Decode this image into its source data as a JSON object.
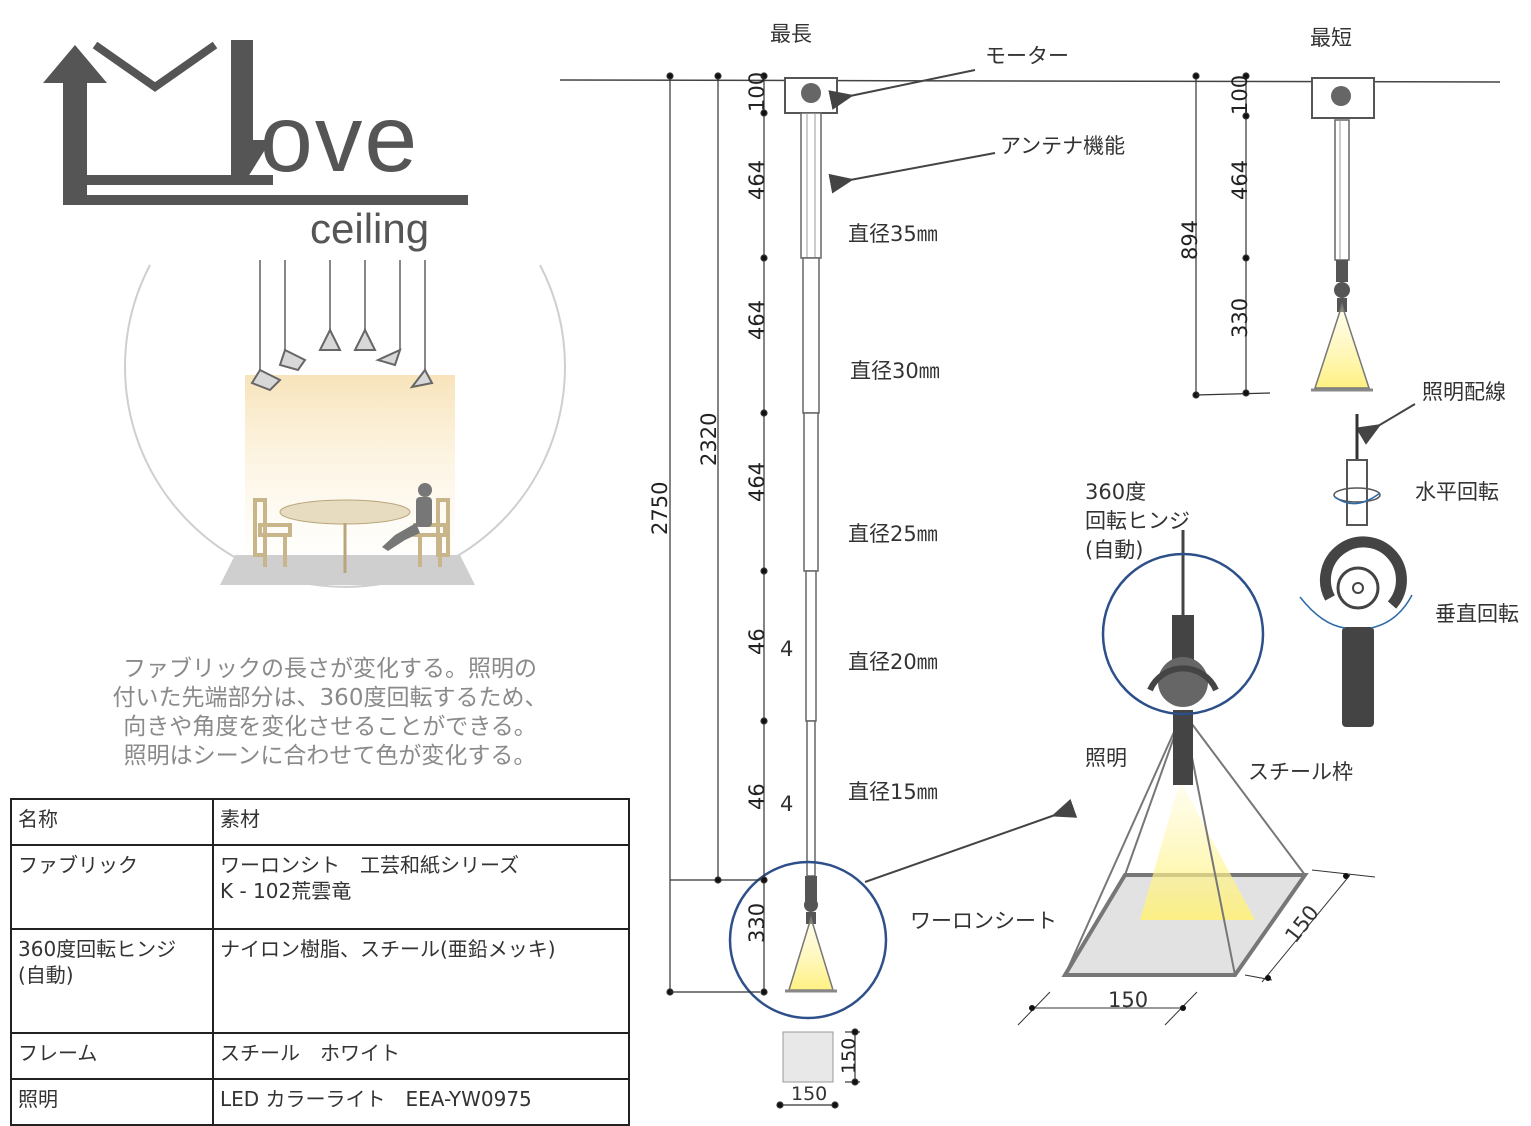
{
  "logo": {
    "word": "ove",
    "sub": "ceiling"
  },
  "description": [
    "ファブリックの長さが変化する。照明の",
    "付いた先端部分は、360度回転するため、",
    "向きや角度を変化させることができる。",
    "照明はシーンに合わせて色が変化する。"
  ],
  "table": {
    "rows": [
      {
        "name": "名称",
        "material": "素材"
      },
      {
        "name": "ファブリック",
        "material": "ワーロンシト　工芸和紙シリーズ",
        "material2": "K - 102荒雲竜"
      },
      {
        "name": "360度回転ヒンジ",
        "name2": "(自動)",
        "material": "ナイロン樹脂、スチール(亜鉛メッキ)"
      },
      {
        "name": "フレーム",
        "material": "スチール　ホワイト"
      },
      {
        "name": "照明",
        "material": "LED カラーライト　EEA-YW0975"
      }
    ]
  },
  "drawing": {
    "longest": "最長",
    "shortest": "最短",
    "motor": "モーター",
    "antenna": "アンテナ機能",
    "dia35": "直径35㎜",
    "dia30": "直径30㎜",
    "dia25": "直径25㎜",
    "dia20": "直径20㎜",
    "dia15": "直径15㎜",
    "dims_long": [
      "100",
      "464",
      "464",
      "464",
      "46",
      "4",
      "46",
      "4",
      "330"
    ],
    "total_2750": "2750",
    "total_2320": "2320",
    "dims_short": [
      "100",
      "464",
      "330"
    ],
    "total_894": "894",
    "base_150a": "150",
    "base_150b": "150",
    "hinge_label": [
      "360度",
      "回転ヒンジ",
      "(自動)"
    ],
    "light": "照明",
    "steel_frame": "スチール枠",
    "warlon_sheet": "ワーロンシート",
    "pyr_150a": "150",
    "pyr_150b": "150",
    "wiring": "照明配線",
    "h_rotation": "水平回転",
    "v_rotation": "垂直回転"
  }
}
